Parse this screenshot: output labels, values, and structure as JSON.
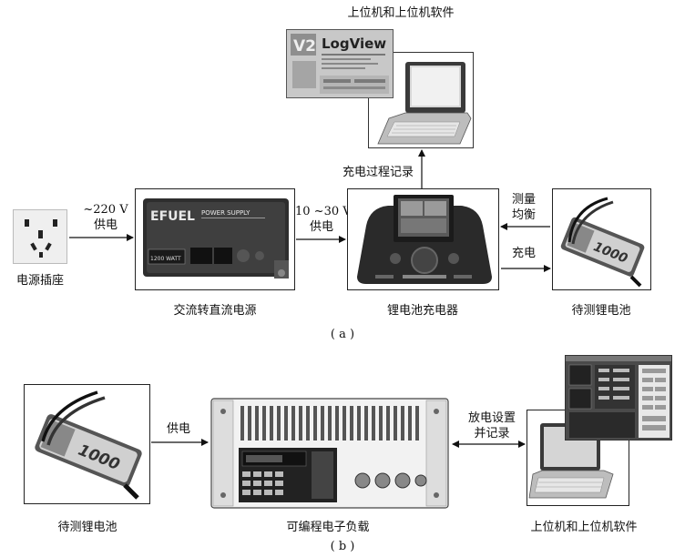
{
  "panel_a": {
    "top_caption": "上位机和上位机软件",
    "socket_label": "电源插座",
    "arrow_220_line1": "~220 V",
    "arrow_220_line2": "供电",
    "psu_label": "交流转直流电源",
    "arrow_10_30_line1": "10 ~30 V",
    "arrow_10_30_line2": "供电",
    "record_label": "充电过程记录",
    "charger_label": "锂电池充电器",
    "measure_line1": "测量",
    "measure_line2": "均衡",
    "charge_label": "充电",
    "battery_label": "待测锂电池",
    "logview_title": "LogView",
    "logview_version": "V2",
    "psu_brand": "EFUEL",
    "psu_subtitle": "POWER SUPPLY",
    "psu_watt": "1200 WATT",
    "caption": "( a )"
  },
  "panel_b": {
    "battery_label": "待测锂电池",
    "supply_label": "供电",
    "load_label": "可编程电子负载",
    "discharge_line1": "放电设置",
    "discharge_line2": "并记录",
    "pc_label": "上位机和上位机软件",
    "caption": "( b )"
  },
  "battery_print": "1000"
}
